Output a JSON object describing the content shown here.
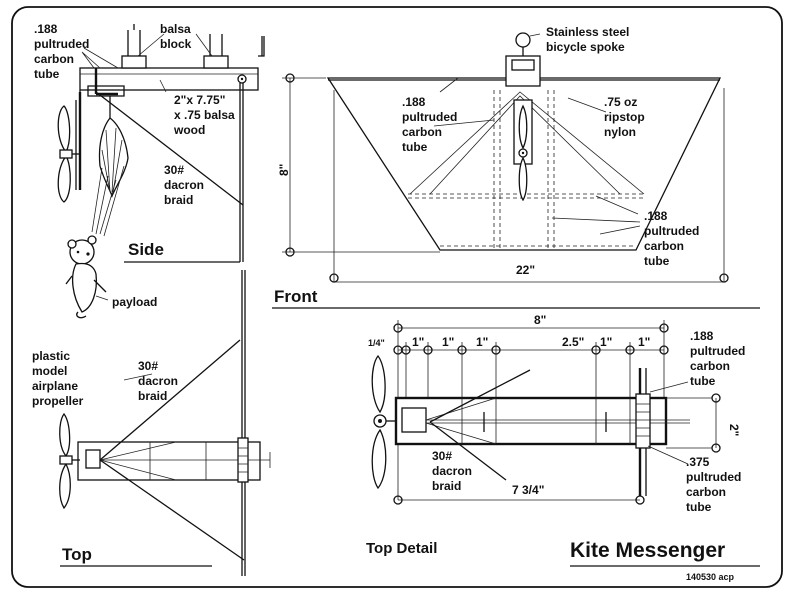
{
  "side": {
    "title": "Side",
    "label_tube": [
      ".188",
      "pultruded",
      "carbon",
      "tube"
    ],
    "label_block": [
      "balsa",
      "block"
    ],
    "label_wood": [
      "2\"x 7.75\"",
      "x .75 balsa",
      "wood"
    ],
    "label_braid": [
      "30#",
      "dacron",
      "braid"
    ],
    "label_payload": "payload"
  },
  "front": {
    "title": "Front",
    "label_spoke": [
      "Stainless steel",
      "bicycle spoke"
    ],
    "label_tube_left": [
      ".188",
      "pultruded",
      "carbon",
      "tube"
    ],
    "label_nylon": [
      ".75 oz",
      "ripstop",
      "nylon"
    ],
    "label_tube_right": [
      ".188",
      "pultruded",
      "carbon",
      "tube"
    ],
    "dim_height": "8\"",
    "dim_width": "22\""
  },
  "top": {
    "title": "Top",
    "label_prop": [
      "plastic",
      "model",
      "airplane",
      "propeller"
    ],
    "label_braid": [
      "30#",
      "dacron",
      "braid"
    ]
  },
  "detail": {
    "title": "Top Detail",
    "dim_total": "8\"",
    "dims": [
      "1/4\"",
      "1\"",
      "1\"",
      "1\"",
      "2.5\"",
      "1\"",
      "1\""
    ],
    "label_tube_top": [
      ".188",
      "pultruded",
      "carbon",
      "tube"
    ],
    "label_tube_bottom": [
      ".375",
      "pultruded",
      "carbon",
      "tube"
    ],
    "label_braid": [
      "30#",
      "dacron",
      "braid"
    ],
    "dim_length": "7 3/4\"",
    "dim_width": "2\""
  },
  "footer": {
    "title": "Kite Messenger",
    "code": "140530 acp"
  }
}
